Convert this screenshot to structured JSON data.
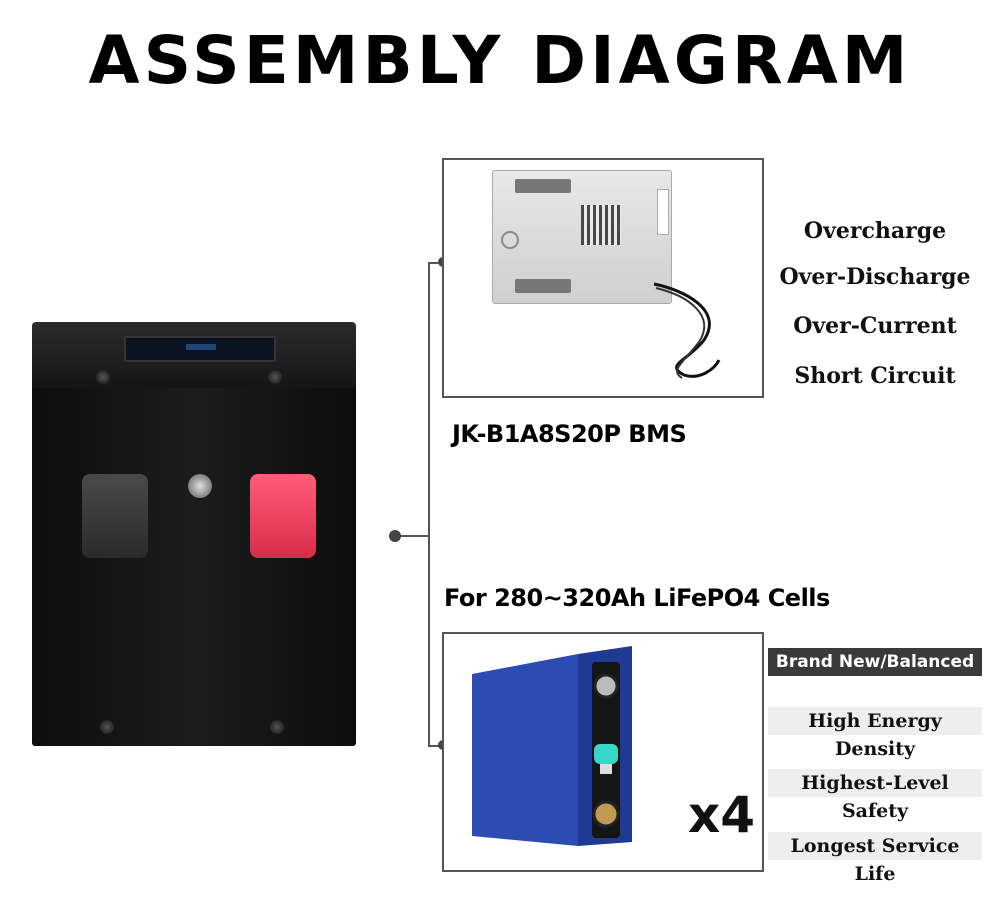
{
  "title": "ASSEMBLY DIAGRAM",
  "bms": {
    "label": "JK-B1A8S20P BMS",
    "features": [
      "Overcharge",
      "Over-Discharge",
      "Over-Current",
      "Short Circuit"
    ]
  },
  "cells": {
    "label": "For 280~320Ah LiFePO4 Cells",
    "quantity": "x4",
    "features": [
      "Brand New/Balanced",
      "High Energy Density",
      "Highest-Level Safety",
      "Longest Service Life"
    ]
  },
  "colors": {
    "positive_terminal": "#e8395a",
    "cell_blue": "#2c4bb3",
    "feature_dark": "#3a3a3a"
  }
}
